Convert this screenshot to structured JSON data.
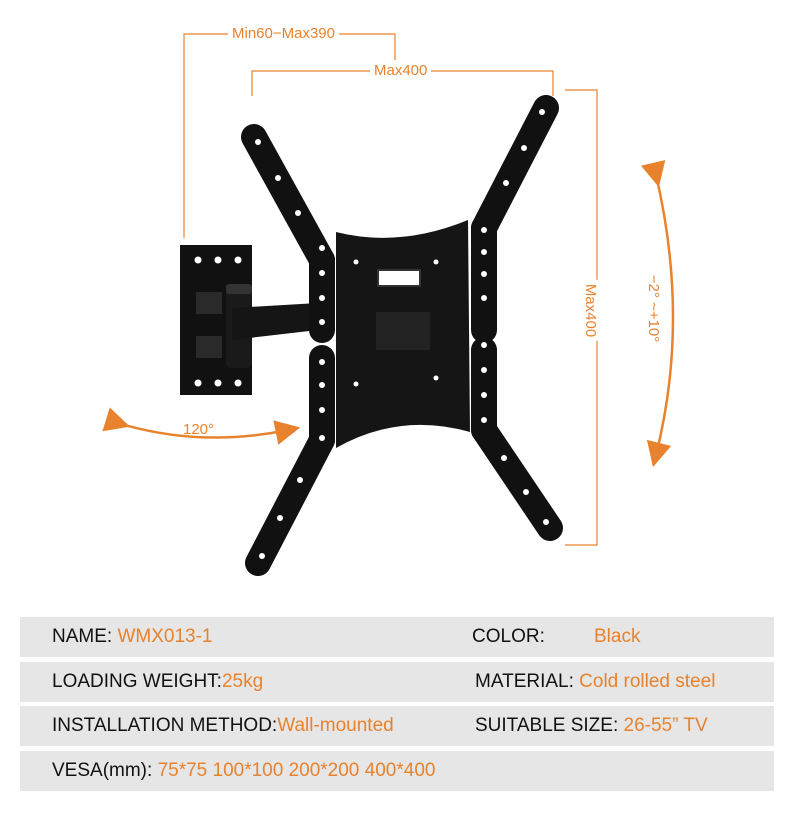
{
  "dimensions": {
    "depth": "Min60−Max390",
    "width": "Max400",
    "height": "Max400",
    "swivel": "120°",
    "tilt": "−2° ~+10°"
  },
  "colors": {
    "accent": "#e8822d",
    "bracket": "#111111",
    "row_bg": "#e6e6e6"
  },
  "specs": {
    "name_label": "NAME:",
    "name_value": "WMX013-1",
    "color_label": "COLOR:",
    "color_value": "Black",
    "weight_label": "LOADING WEIGHT:",
    "weight_value": "25kg",
    "material_label": "MATERIAL:",
    "material_value": "Cold rolled steel",
    "install_label": "INSTALLATION METHOD:",
    "install_value": "Wall-mounted",
    "size_label": "SUITABLE SIZE:",
    "size_value": "26-55” TV",
    "vesa_label": "VESA(mm):",
    "vesa_value": "75*75 100*100  200*200 400*400"
  }
}
